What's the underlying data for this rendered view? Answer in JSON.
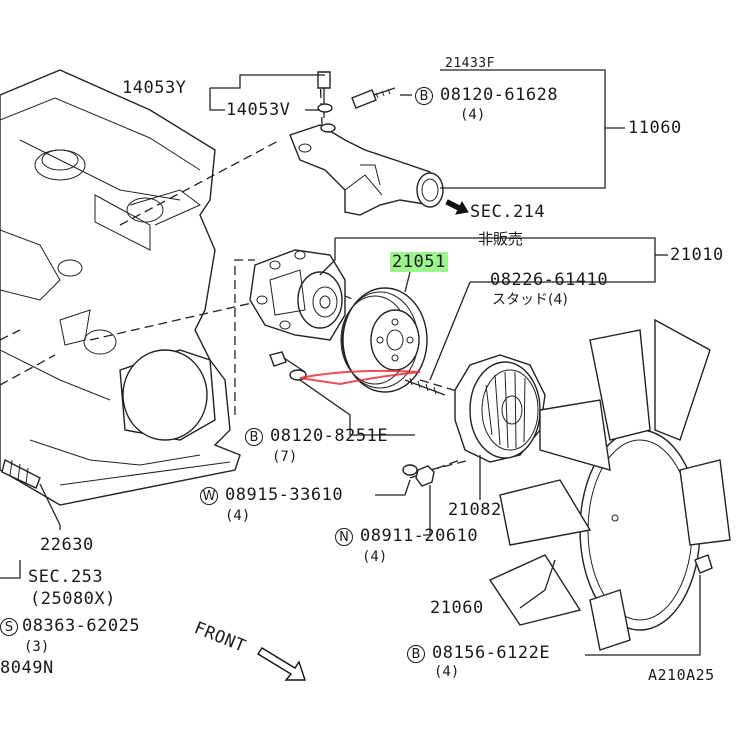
{
  "labels": {
    "top_cut": "21433F",
    "p14053y": "14053Y",
    "p14053v": "14053V",
    "p08120_61628": "08120-61628",
    "p08120_61628_qty": "(4)",
    "p11060": "11060",
    "sec214": "SEC.214",
    "not_sold": "非販売",
    "p21051": "21051",
    "p21010": "21010",
    "p08226_61410": "08226-61410",
    "stud_qty": "スタッド(4)",
    "p08120_8251e": "08120-8251E",
    "p08120_8251e_qty": "(7)",
    "p08915_33610": "08915-33610",
    "p08915_33610_qty": "(4)",
    "p21082": "21082",
    "p08911_20610": "08911-20610",
    "p08911_20610_qty": "(4)",
    "p22630": "22630",
    "sec253": "SEC.253",
    "p25080x": "(25080X)",
    "p08363_62025": "08363-62025",
    "p08363_62025_qty": "(3)",
    "p8049n": "8049N",
    "p21060": "21060",
    "p08156_6122e": "08156-6122E",
    "p08156_6122e_qty": "(4)",
    "front": "FRONT",
    "diagram_code": "A210A25"
  },
  "prefixes": {
    "b": "B",
    "w": "W",
    "n": "N",
    "s": "S"
  },
  "colors": {
    "highlight": "#9cf58d",
    "line": "#222222",
    "watermark": "#e8202a"
  },
  "highlighted_part": "21051"
}
